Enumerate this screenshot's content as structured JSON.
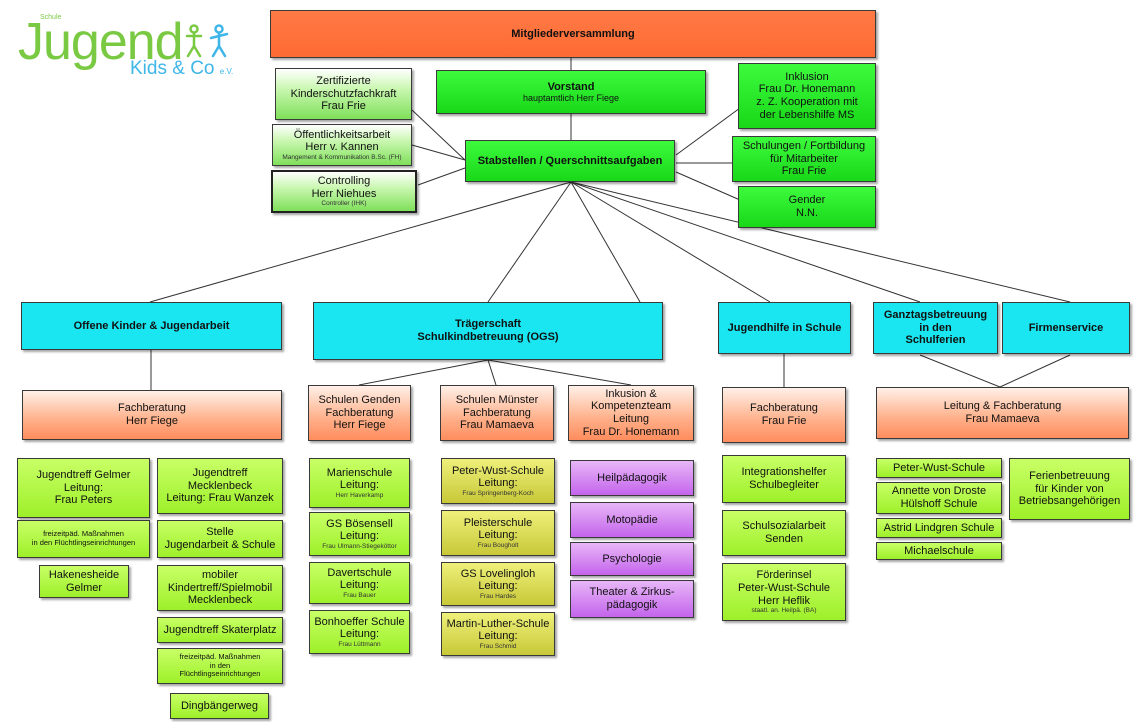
{
  "logo": {
    "small": "Schule",
    "main": "Jugend",
    "sub": "Kids & Co",
    "suffix": "e.V."
  },
  "boxes": {
    "mitglieder": {
      "title": "Mitgliederversammlung"
    },
    "vorstand": {
      "title": "Vorstand",
      "sub": "hauptamtlich Herr Fiege"
    },
    "stabstellen": {
      "title": "Stabstellen / Querschnittsaufgaben"
    },
    "kinderschutz": {
      "l1": "Zertifizierte",
      "l2": "Kinderschutzfachkraft",
      "l3": "Frau Frie"
    },
    "oeffentlichkeit": {
      "l1": "Öffentlichkeitsarbeit",
      "l2": "Herr v. Kannen",
      "small": "Mangement & Kommunikation B.Sc. (FH)"
    },
    "controlling": {
      "l1": "Controlling",
      "l2": "Herr Niehues",
      "small": "Controller (IHK)"
    },
    "inklusion": {
      "l1": "Inklusion",
      "l2": "Frau Dr. Honemann",
      "l3": "z. Z. Kooperation mit",
      "l4": "der Lebenshilfe MS"
    },
    "schulungen": {
      "l1": "Schulungen / Fortbildung",
      "l2": "für Mitarbeiter",
      "l3": "Frau Frie"
    },
    "gender": {
      "l1": "Gender",
      "l2": "N.N."
    },
    "offene": {
      "title": "Offene Kinder & Jugendarbeit"
    },
    "traeger": {
      "l1": "Trägerschaft",
      "l2": "Schulkindbetreuung (OGS)"
    },
    "jugendhilfe": {
      "title": "Jugendhilfe in Schule"
    },
    "ganztag": {
      "l1": "Ganztagsbetreuung",
      "l2": "in den",
      "l3": "Schulferien"
    },
    "firmen": {
      "title": "Firmenservice"
    },
    "fb_fiege": {
      "l1": "Fachberatung",
      "l2": "Herr Fiege"
    },
    "fb_genden": {
      "l1": "Schulen Genden",
      "l2": "Fachberatung",
      "l3": "Herr Fiege"
    },
    "fb_muenster": {
      "l1": "Schulen Münster",
      "l2": "Fachberatung",
      "l3": "Frau Mamaeva"
    },
    "fb_inklusion": {
      "l1": "Inkusion &",
      "l2": "Kompetenzteam",
      "l3": "Leitung",
      "l4": "Frau Dr. Honemann"
    },
    "fb_frie": {
      "l1": "Fachberatung",
      "l2": "Frau Frie"
    },
    "fb_mamaeva": {
      "l1": "Leitung & Fachberatung",
      "l2": "Frau Mamaeva"
    },
    "jt_gelmer": {
      "l1": "Jugendtreff Gelmer",
      "l2": "Leitung:",
      "l3": "Frau Peters"
    },
    "jt_meck": {
      "l1": "Jugendtreff",
      "l2": "Mecklenbeck",
      "l3": "Leitung: Frau Wanzek"
    },
    "freizeit1": {
      "l1": "freizeitpäd. Maßnahmen",
      "l2": "in den Flüchtlingseinrichtungen"
    },
    "hakenesheide": {
      "l1": "Hakenesheide",
      "l2": "Gelmer"
    },
    "stelle": {
      "l1": "Stelle",
      "l2": "Jugendarbeit & Schule"
    },
    "mobiler": {
      "l1": "mobiler",
      "l2": "Kindertreff/Spielmobil",
      "l3": "Mecklenbeck"
    },
    "skater": {
      "l1": "Jugendtreff Skaterplatz"
    },
    "freizeit2": {
      "l1": "freizeitpäd. Maßnahmen",
      "l2": "in den",
      "l3": "Flüchtlingseinrichtungen"
    },
    "dingbaenger": {
      "l1": "Dingbängerweg"
    },
    "marienschule": {
      "l1": "Marienschule",
      "l2": "Leitung:",
      "s": "Herr Haverkamp"
    },
    "boesensell": {
      "l1": "GS Bösensell",
      "l2": "Leitung:",
      "s": "Frau Ulmann-Stiegeköttor"
    },
    "davert": {
      "l1": "Davertschule",
      "l2": "Leitung:",
      "s": "Frau Bauer"
    },
    "bonhoeffer": {
      "l1": "Bonhoeffer Schule",
      "l2": "Leitung:",
      "s": "Frau Lüttmann"
    },
    "pws": {
      "l1": "Peter-Wust-Schule",
      "l2": "Leitung:",
      "s": "Frau Springenberg-Koch"
    },
    "pleister": {
      "l1": "Pleisterschule",
      "l2": "Leitung:",
      "s": "Frau Bougholt"
    },
    "lovelingloh": {
      "l1": "GS Lovelingloh",
      "l2": "Leitung:",
      "s": "Frau Hardes"
    },
    "mls": {
      "l1": "Martin-Luther-Schule",
      "l2": "Leitung:",
      "s": "Frau Schmid"
    },
    "heilpaed": {
      "l1": "Heilpädagogik"
    },
    "motopaedie": {
      "l1": "Motopädie"
    },
    "psychologie": {
      "l1": "Psychologie"
    },
    "theater": {
      "l1": "Theater & Zirkus-",
      "l2": "pädagogik"
    },
    "integration": {
      "l1": "Integrationshelfer",
      "l2": "Schulbegleiter"
    },
    "schulsozial": {
      "l1": "Schulsozialarbeit",
      "l2": "Senden"
    },
    "foerder": {
      "l1": "Förderinsel",
      "l2": "Peter-Wust-Schule",
      "l3": "Herr Heflik",
      "s": "staatl. an. Heilpä. (BA)"
    },
    "pws2": {
      "l1": "Peter-Wust-Schule"
    },
    "droste": {
      "l1": "Annette von Droste",
      "l2": "Hülshoff Schule"
    },
    "lindgren": {
      "l1": "Astrid Lindgren Schule"
    },
    "michael": {
      "l1": "Michaelschule"
    },
    "ferien": {
      "l1": "Ferienbetreuung",
      "l2": "für Kinder von",
      "l3": "Betriebsangehörigen"
    }
  }
}
